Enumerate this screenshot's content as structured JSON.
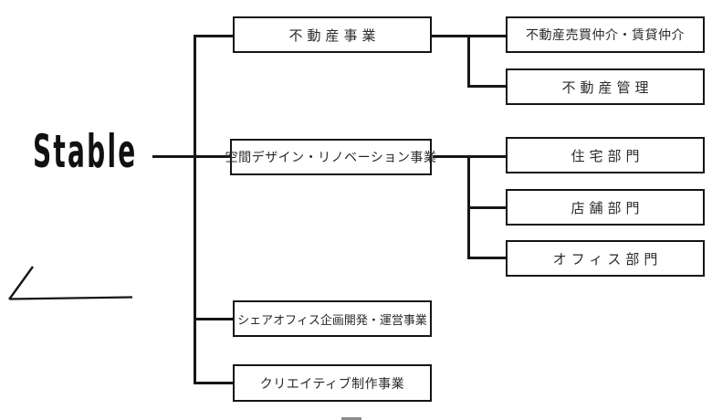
{
  "company": {
    "logo_text": "Stable"
  },
  "org_chart": {
    "divisions": [
      {
        "label": "不動産事業",
        "children": [
          "不動産売買仲介・賃貸仲介",
          "不動産管理"
        ]
      },
      {
        "label": "空間デザイン・リノベーション事業",
        "children": [
          "住宅部門",
          "店舗部門",
          "オフィス部門"
        ]
      },
      {
        "label": "シェアオフィス企画開発・運営事業",
        "children": []
      },
      {
        "label": "クリエイティブ制作事業",
        "children": []
      }
    ]
  },
  "colors": {
    "line": "#161616",
    "box_border": "#141414",
    "box_background": "#ffffff",
    "text": "#2a2a2a",
    "background": "#ffffff"
  }
}
